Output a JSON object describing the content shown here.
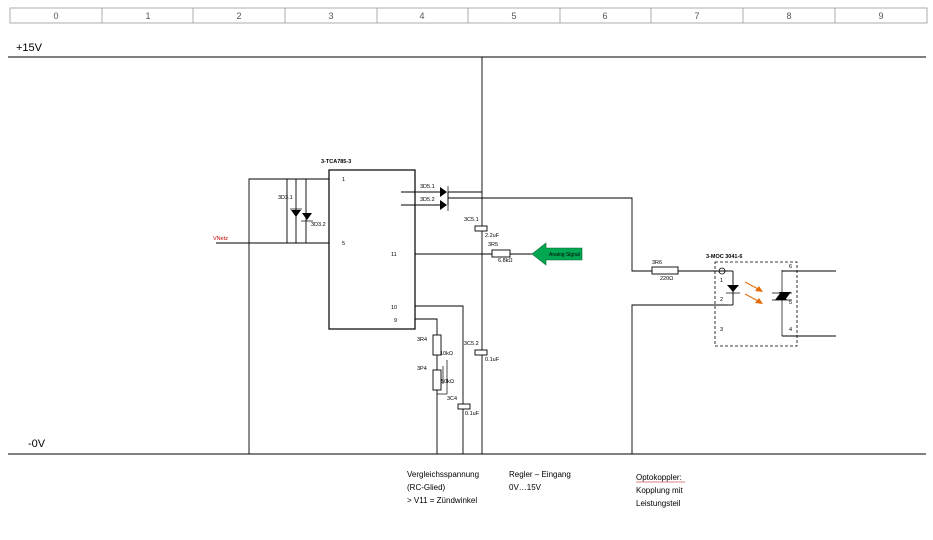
{
  "ruler": [
    "0",
    "1",
    "2",
    "3",
    "4",
    "5",
    "6",
    "7",
    "8",
    "9"
  ],
  "rails": {
    "top": "+15V",
    "bottom": "-0V"
  },
  "components": {
    "ic_title": "3-TCA785-3",
    "ic_pins": {
      "p1": "1",
      "p5": "5",
      "p11": "11",
      "p10": "10",
      "p9": "9"
    },
    "d_zener": "3D3.1",
    "d_zener2": "3D3.2",
    "d51": "3D5.1",
    "d52": "3D5.2",
    "c51": "3C5.1",
    "c51_val": "2.2uF",
    "r5": "3R5",
    "r5_val": "6.8kΩ",
    "c52": "3C5.2",
    "c52_val": "0.1uF",
    "r4a": "3R4",
    "r4a_val": "10kΩ",
    "r4b": "3P4",
    "r4b_val": "50kΩ",
    "c4": "3C4",
    "c4_val": "0.1uF",
    "r6": "3R6",
    "r6_val": "220Ω",
    "opto_title": "3-MOC 3041-6",
    "opto_pins": {
      "p1": "1",
      "p2": "2",
      "p3": "3",
      "p4": "4",
      "p5": "5",
      "p6": "6"
    },
    "analog_signal": "Analog Signal",
    "vnetz": "VNetz"
  },
  "notes": {
    "vergleich": [
      "Vergleichsspannung",
      "(RC-Glied)",
      "> V11 = Zündwinkel"
    ],
    "regler": [
      "Regler – Eingang",
      "0V…15V"
    ],
    "opto": [
      "Optokoppler:",
      "Kopplung mit",
      "Leistungsteil"
    ]
  },
  "colors": {
    "arrow": "#00a651",
    "led_light": "#e36c09",
    "note_red": "#c00000"
  }
}
